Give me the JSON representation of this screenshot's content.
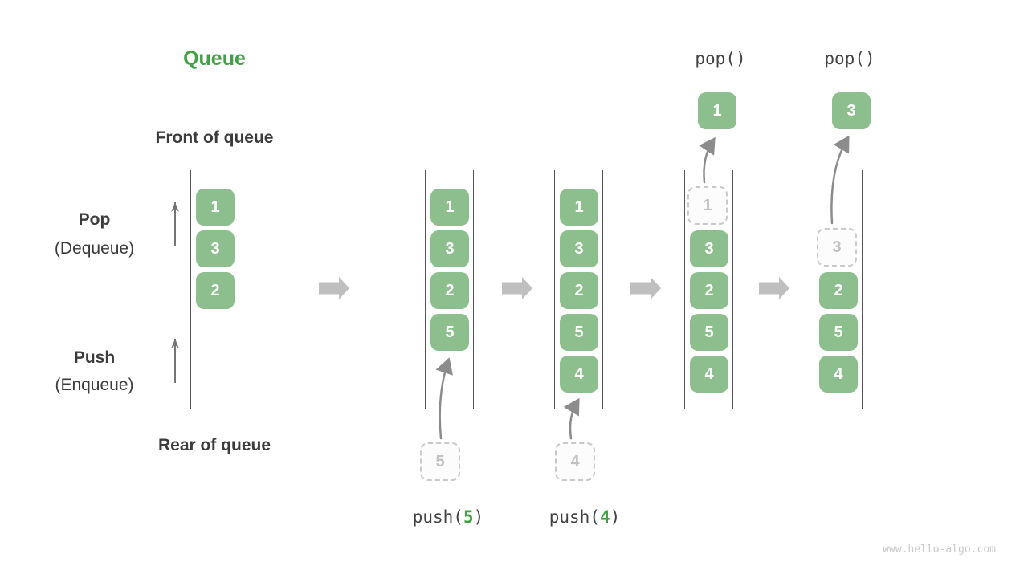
{
  "title": "Queue",
  "side_labels": {
    "front": "Front of queue",
    "rear": "Rear of queue",
    "pop": "Pop",
    "pop_sub": "(Dequeue)",
    "push": "Push",
    "push_sub": "(Enqueue)"
  },
  "watermark": "www.hello-algo.com",
  "colors": {
    "accent_green": "#43A047",
    "box_green": "#8DBE8D",
    "ghost_border": "#C9C9C9",
    "ghost_text": "#C2C2C2",
    "dark_text": "#3C3C3C",
    "mono_text": "#424242",
    "block_arrow": "#BFBFBF",
    "thin_arrow": "#757575",
    "curve_arrow": "#8C8C8C",
    "column_line": "#555555",
    "watermark_gray": "#C9C9C9"
  },
  "stages": [
    {
      "name": "initial",
      "cells": [
        "1",
        "3",
        "2"
      ]
    },
    {
      "name": "after-push-5",
      "cells": [
        "1",
        "3",
        "2",
        "5"
      ],
      "incoming": "5"
    },
    {
      "name": "after-push-4",
      "cells": [
        "1",
        "3",
        "2",
        "5",
        "4"
      ],
      "incoming": "4"
    },
    {
      "name": "after-pop-1",
      "ghost": "1",
      "cells": [
        "3",
        "2",
        "5",
        "4"
      ],
      "popped": "1",
      "op_label": "pop()"
    },
    {
      "name": "after-pop-3",
      "ghost": "3",
      "cells": [
        "2",
        "5",
        "4"
      ],
      "popped": "3",
      "op_label": "pop()"
    }
  ],
  "push_ops": [
    {
      "fn": "push(",
      "arg": "5",
      "close": ")"
    },
    {
      "fn": "push(",
      "arg": "4",
      "close": ")"
    }
  ]
}
